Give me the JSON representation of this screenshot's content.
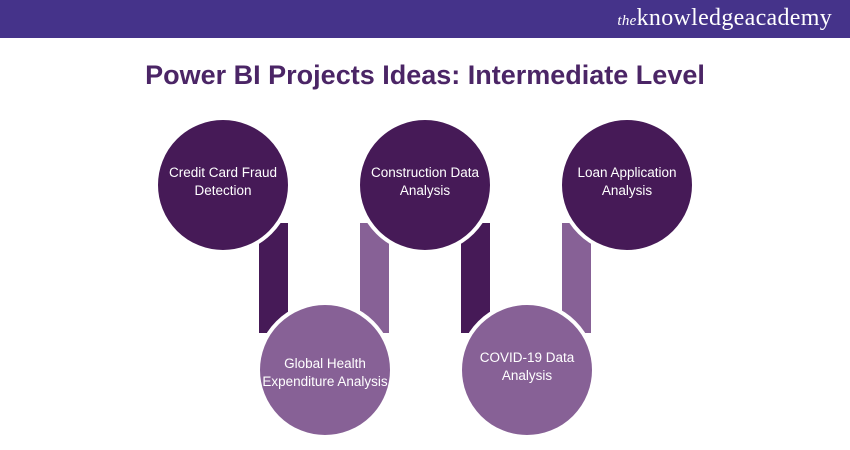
{
  "header": {
    "logo_prefix": "the",
    "logo_main": "knowledgeacademy"
  },
  "title": "Power BI Projects Ideas: Intermediate Level",
  "colors": {
    "dark": "#461a57",
    "light": "#876196",
    "header": "#45338a"
  },
  "nodes": [
    {
      "label": "Credit Card Fraud Detection",
      "tone": "dark"
    },
    {
      "label": "Global Health Expenditure Analysis",
      "tone": "light"
    },
    {
      "label": "Construction Data Analysis",
      "tone": "dark"
    },
    {
      "label": "COVID-19 Data Analysis",
      "tone": "light"
    },
    {
      "label": "Loan Application Analysis",
      "tone": "dark"
    }
  ]
}
